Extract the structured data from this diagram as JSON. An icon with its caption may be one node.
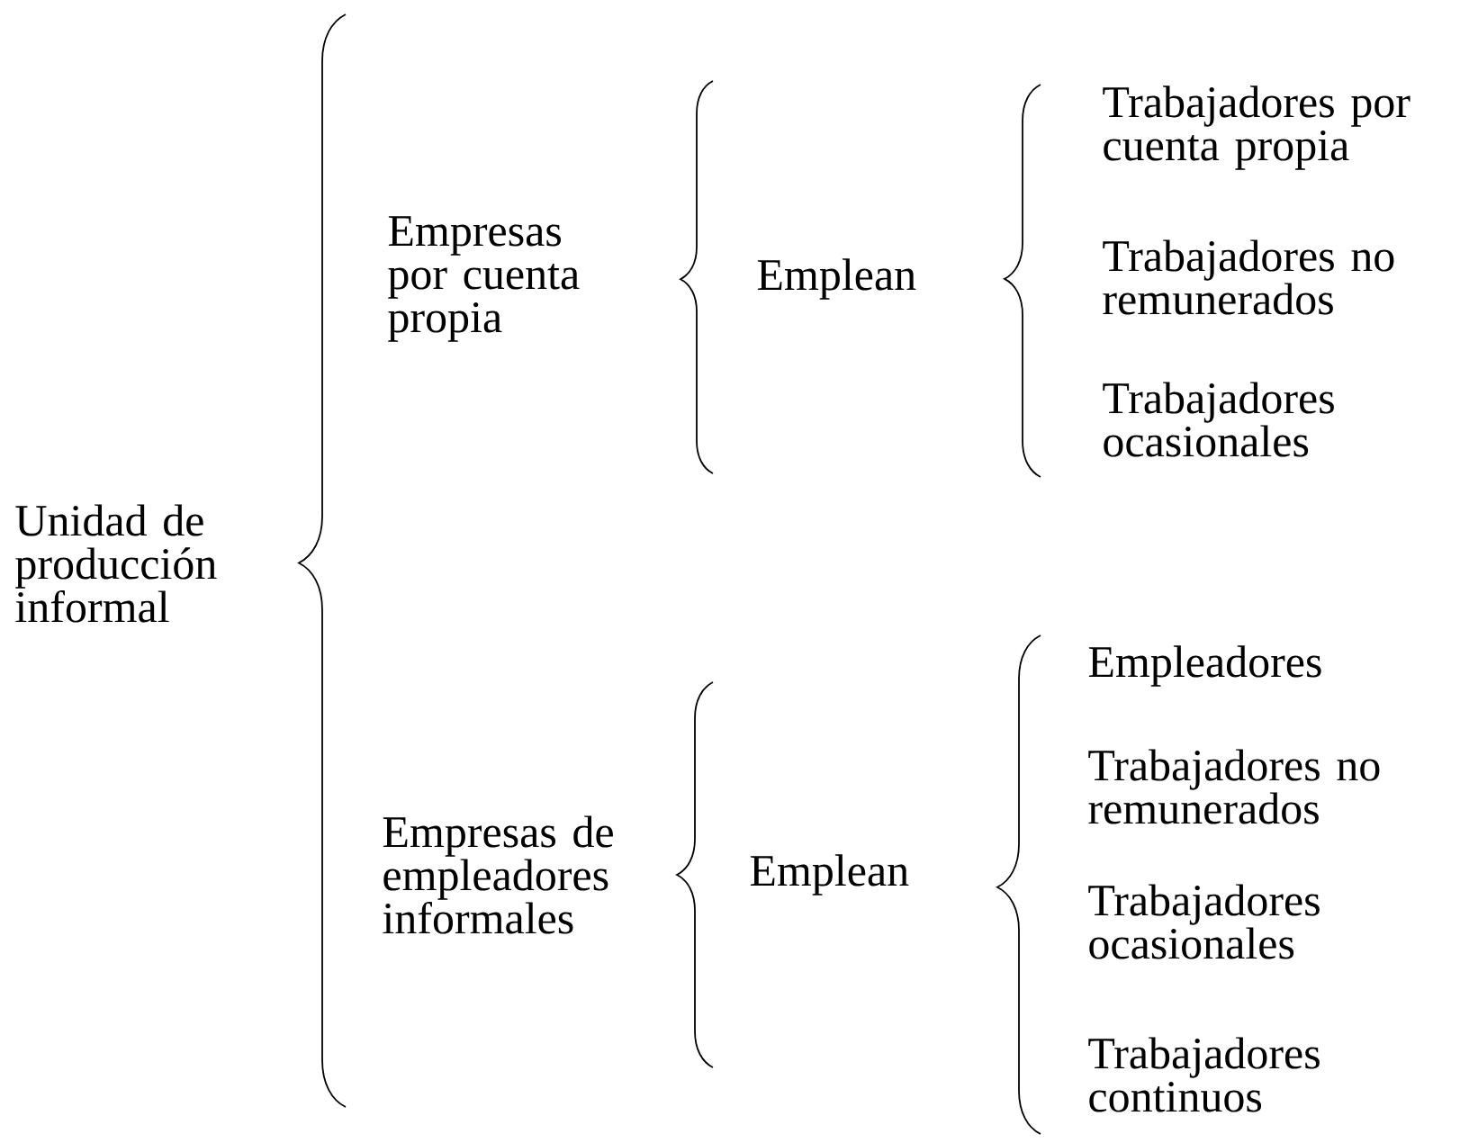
{
  "diagram": {
    "labels": [
      "Unidad de producción informal",
      "Empresas por cuenta propia",
      "Emplean",
      "Trabajadores por cuenta propia",
      "Trabajadores no remunerados",
      "Trabajadores ocasionales",
      "Empresas de empleadores informales",
      "Emplean",
      "Empleadores",
      "Trabajadores no remunerados",
      "Trabajadores ocasionales",
      "Trabajadores continuos"
    ]
  }
}
